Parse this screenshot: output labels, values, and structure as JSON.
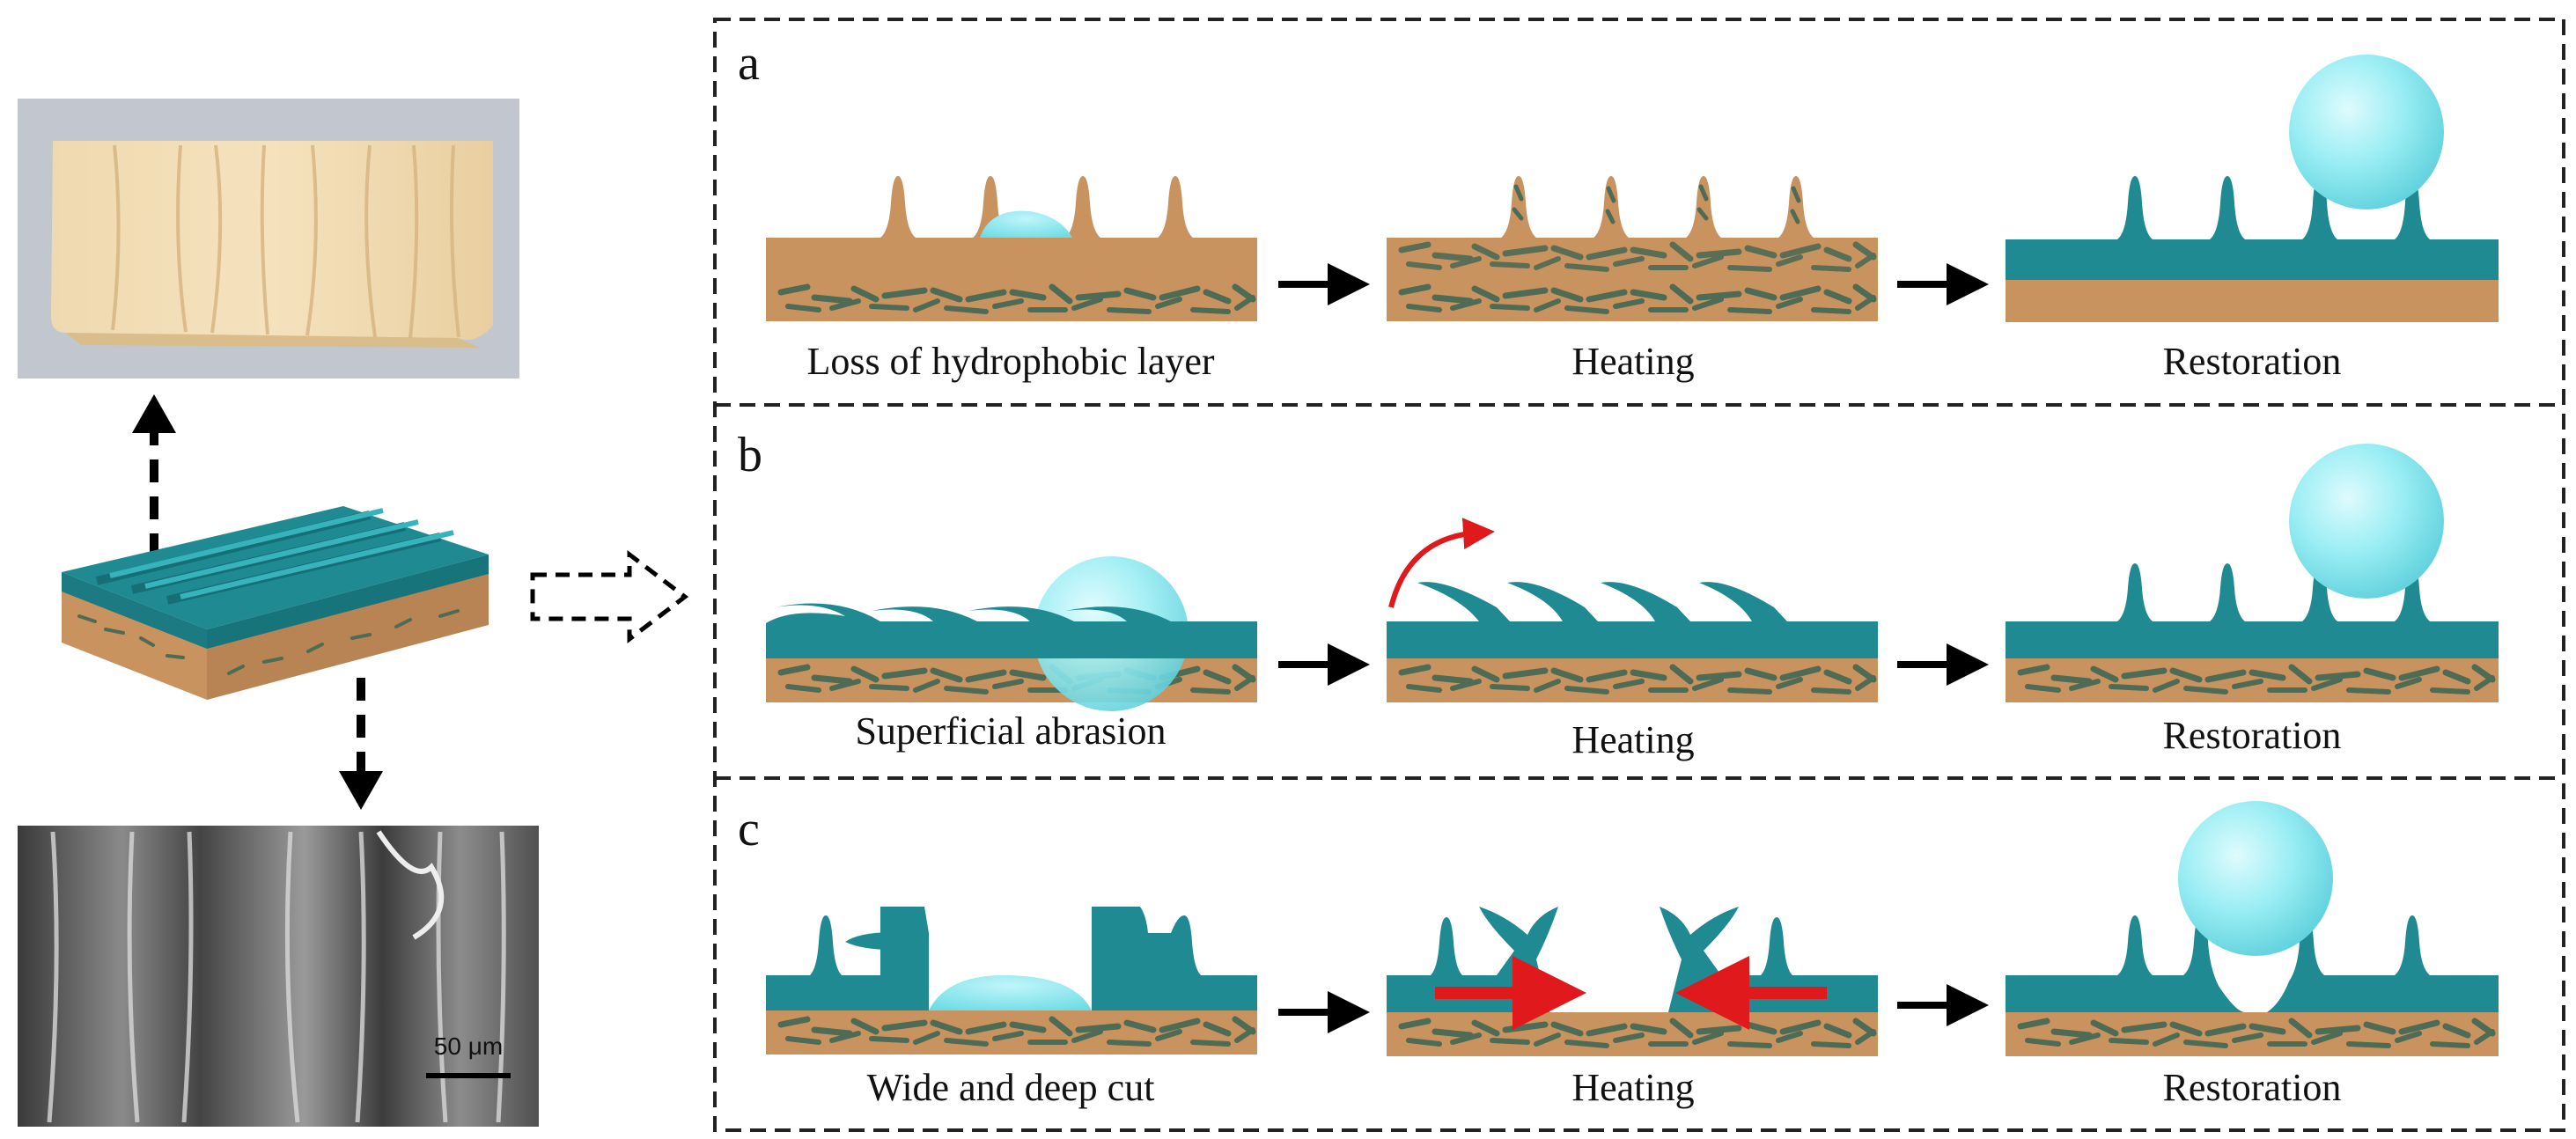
{
  "panels": [
    {
      "letter": "a",
      "captions": [
        "Loss of hydrophobic layer",
        "Heating",
        "Restoration"
      ]
    },
    {
      "letter": "b",
      "captions": [
        "Superficial abrasion",
        "Heating",
        "Restoration"
      ]
    },
    {
      "letter": "c",
      "captions": [
        "Wide and deep cut",
        "Heating",
        "Restoration"
      ]
    }
  ],
  "scale_bar": "50 μm",
  "colors": {
    "wood": "#c9935f",
    "coating": "#1f8a92",
    "coating_top": "#2aa3ac",
    "fiber": "#4d6b55",
    "droplet": "#8fe6ee",
    "arrow_red": "#e0191c"
  }
}
